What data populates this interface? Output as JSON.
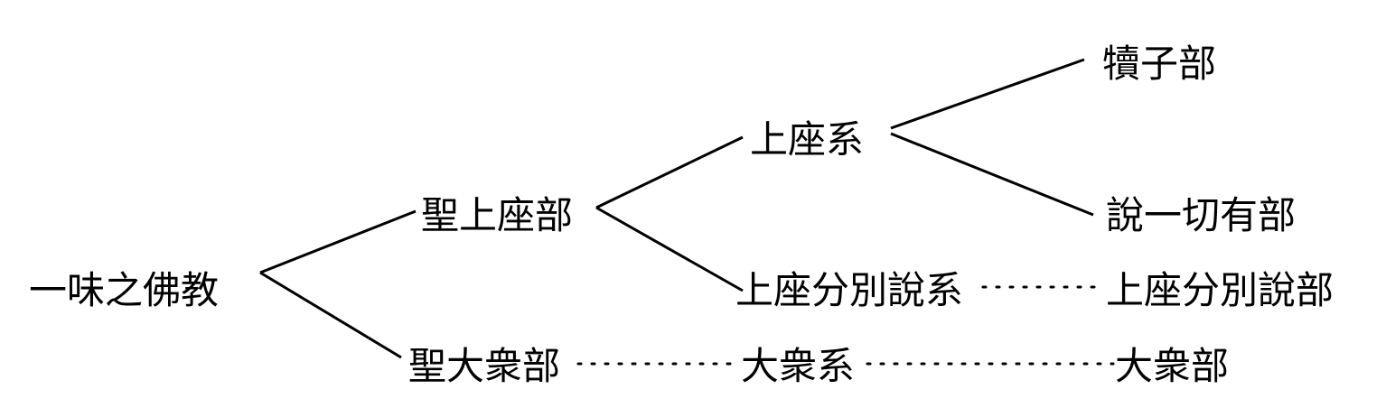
{
  "tree": {
    "root": "一味之佛教",
    "level1": {
      "sthavira": "聖上座部",
      "mahasanghika": "聖大衆部"
    },
    "level2": {
      "sthavira_line": "上座系",
      "vibhajjavada_line": "上座分別說系",
      "mahasanghika_line": "大衆系"
    },
    "level3": {
      "vatsiputriya": "犢子部",
      "sarvastivada": "說一切有部",
      "vibhajjavada": "上座分別說部",
      "mahasanghika": "大衆部"
    }
  },
  "colors": {
    "line": "#000000",
    "text": "#000000",
    "background": "#ffffff"
  }
}
